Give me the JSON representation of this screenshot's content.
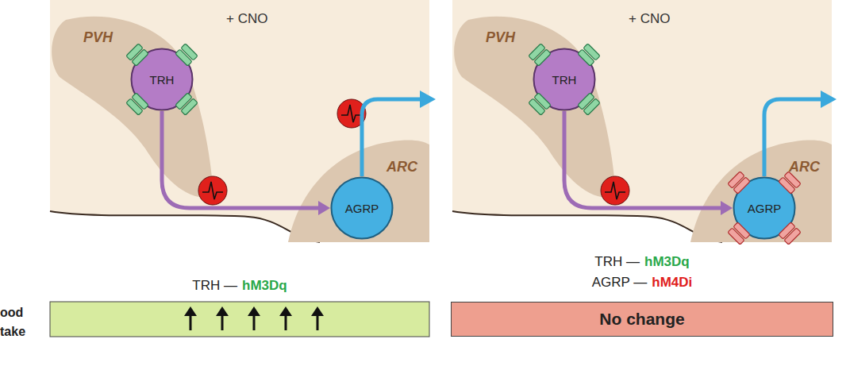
{
  "diagram": {
    "nodes": [
      {
        "text": [
          "+ CNO"
        ]
      },
      {
        "text": [
          "PVH"
        ],
        "in": 0
      },
      {
        "text": [
          "TRH"
        ],
        "in": 1
      },
      {
        "text": [
          "ARC"
        ],
        "in": 0
      },
      {
        "text": [
          "AGRP"
        ],
        "in": 3
      },
      {
        "text": [
          "+ CNO"
        ]
      },
      {
        "text": [
          "PVH"
        ],
        "in": 5
      },
      {
        "text": [
          "TRH"
        ],
        "in": 6
      },
      {
        "text": [
          "ARC"
        ],
        "in": 5
      },
      {
        "text": [
          "AGRP"
        ],
        "in": 8
      },
      {
        "text": [
          "No change"
        ]
      }
    ],
    "edges": [
      {
        "from": 2,
        "to": 4,
        "arrow": "to"
      },
      {
        "from": 7,
        "to": 9,
        "arrow": "to"
      }
    ],
    "labels": [
      "ood take",
      "TRH —",
      "hM3Dq",
      "TRH —",
      "hM3Dq",
      "AGRP —",
      "hM4Di"
    ]
  }
}
